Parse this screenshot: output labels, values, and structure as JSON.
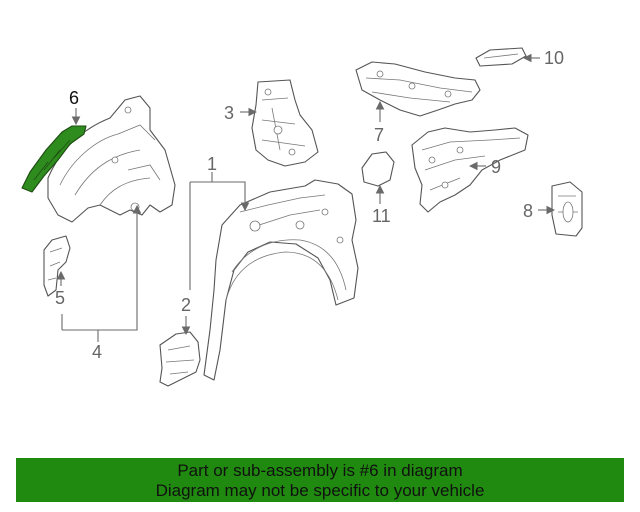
{
  "diagram": {
    "callouts": {
      "c1": "1",
      "c2": "2",
      "c3": "3",
      "c4": "4",
      "c5": "5",
      "c6": "6",
      "c7": "7",
      "c8": "8",
      "c9": "9",
      "c10": "10",
      "c11": "11"
    },
    "highlighted_part": "6",
    "colors": {
      "highlight": "#2e8b1e",
      "banner": "#1f8a0f",
      "line": "#555555"
    }
  },
  "banner": {
    "line1": "Part or sub-assembly is #6 in diagram",
    "line2": "Diagram may not be specific to your vehicle"
  }
}
